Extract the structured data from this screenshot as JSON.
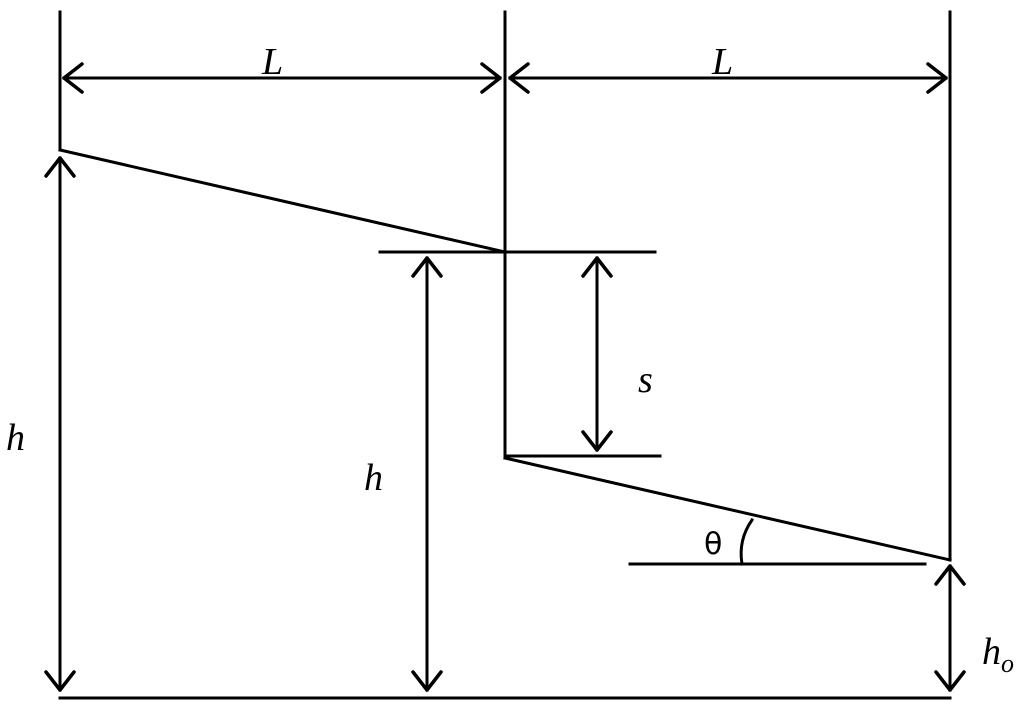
{
  "labels": {
    "left_span": "L",
    "right_span": "L",
    "step_drop": "s",
    "total_head_left": "h",
    "step_height": "h",
    "tail_height": "h",
    "tail_height_subscript": "o",
    "slope_angle": "θ"
  }
}
